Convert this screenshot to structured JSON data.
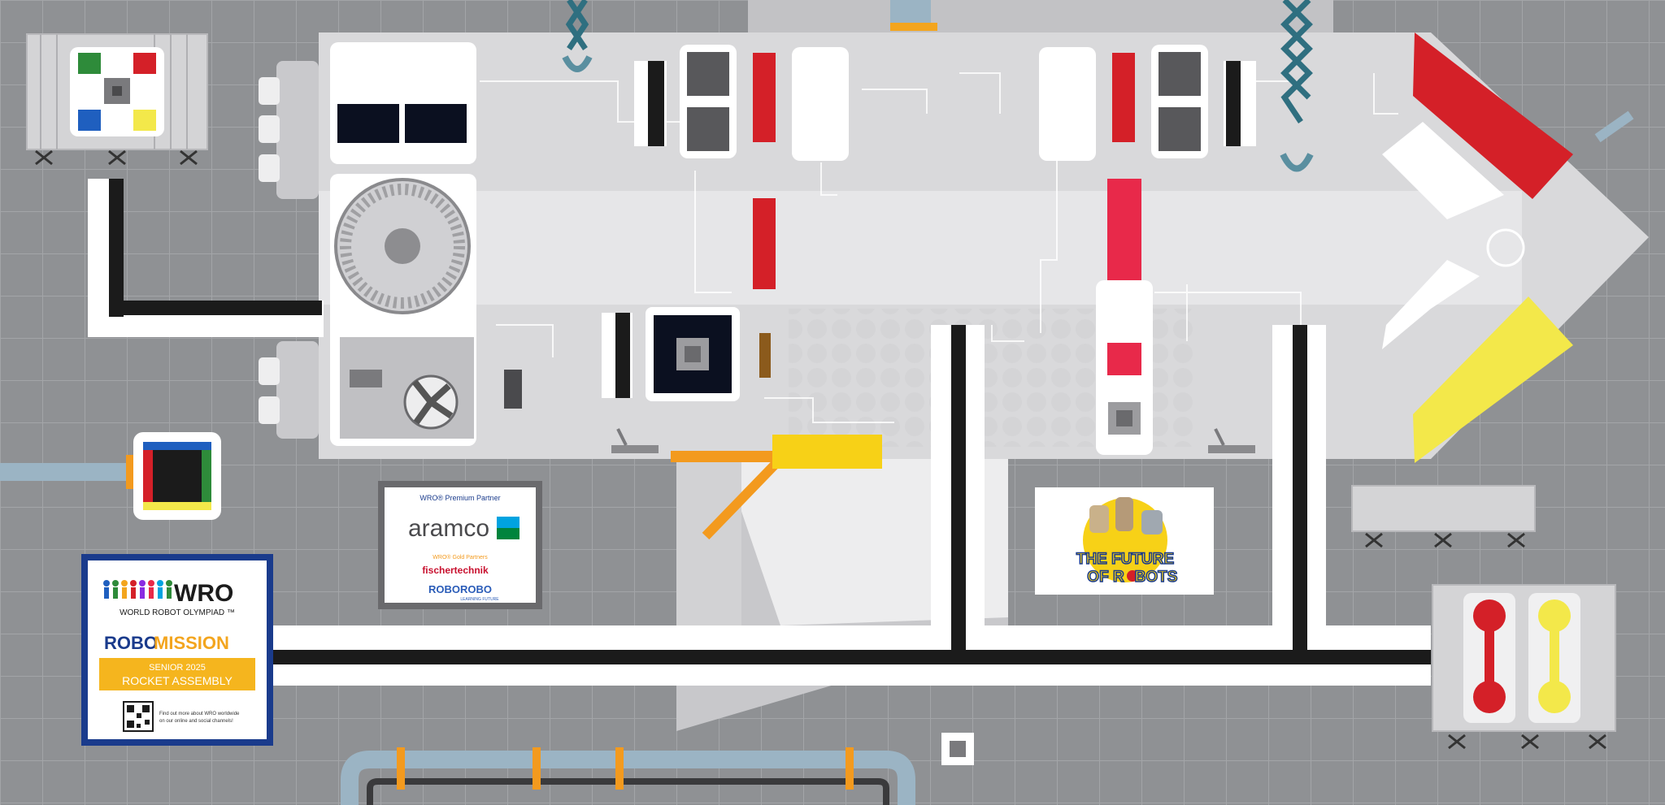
{
  "colors": {
    "floor": "#8f9194",
    "panel": "#d9d9db",
    "red": "#d42028",
    "yellow": "#f3e84a",
    "green": "#2e8b3a",
    "blue": "#1f5fbf",
    "black": "#1b1b1b",
    "white": "#ffffff",
    "orange": "#f39a1e",
    "gold": "#f7d117",
    "navy": "#0b1020",
    "brown": "#8b5a1c",
    "pink": "#e8294a",
    "pipe": "#9bb4c4"
  },
  "sponsor_board": {
    "premium_label": "WRO® Premium Partner",
    "premium_name": "aramco",
    "gold_label": "WRO® Gold Partners",
    "gold_1": "fischertechnik",
    "gold_2": "ROBOROBO",
    "gold_2_tagline": "LEARNING FUTURE"
  },
  "mission_card": {
    "brand": "WRO",
    "brand_full": "WORLD ROBOT OLYMPIAD ™",
    "category_part1": "ROBO",
    "category_part2": "MISSION",
    "season": "SENIOR 2025",
    "theme": "ROCKET ASSEMBLY",
    "social_text_1": "Find out more about WRO worldwide",
    "social_text_2": "on our online and social channels!"
  },
  "theme_badge": {
    "line1": "THE FUTURE",
    "line2_a": "OF R",
    "line2_b": "BOTS"
  },
  "icons": {
    "green_square": "green-area-icon",
    "red_square": "red-area-icon",
    "blue_square": "blue-area-icon",
    "yellow_square": "yellow-area-icon",
    "robot_arm": "claw-icon",
    "turbine": "fan-icon"
  }
}
